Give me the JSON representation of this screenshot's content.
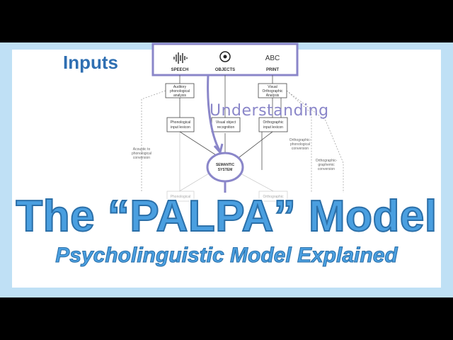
{
  "header": {
    "inputs_label": "Inputs"
  },
  "inputs": {
    "speech": "SPEECH",
    "objects": "OBJECTS",
    "print": "PRINT",
    "print_icon_text": "ABC"
  },
  "boxes": {
    "auditory": [
      "Auditory",
      "phonological",
      "analysis"
    ],
    "visual_ortho": [
      "Visual",
      "Orthographic",
      "Analysis"
    ],
    "phon_lexicon": [
      "Phonological",
      "input lexicon"
    ],
    "visual_object": [
      "Visual object",
      "recognition"
    ],
    "ortho_lexicon": [
      "Orthographic",
      "input lexicon"
    ],
    "semantic": [
      "SEMANTIC",
      "SYSTEM"
    ],
    "phon_out": "Phonological",
    "ortho_out": "Orthographic"
  },
  "routes": {
    "acoustic": [
      "Acoustic to",
      "phonological",
      "conversion"
    ],
    "ortho_phon": [
      "Orthographic-",
      "phonological",
      "conversion"
    ],
    "ortho_graph": [
      "Orthographic-",
      "graphemic",
      "conversion"
    ]
  },
  "annotation": {
    "understanding": "Understanding"
  },
  "title": {
    "main": "The “PALPA” Model",
    "sub": "Psycholinguistic Model Explained"
  },
  "colors": {
    "frame": "#bfe0f5",
    "title": "#4a9fe0",
    "accent": "#8a86c9",
    "inputs": "#2f6fb2"
  }
}
